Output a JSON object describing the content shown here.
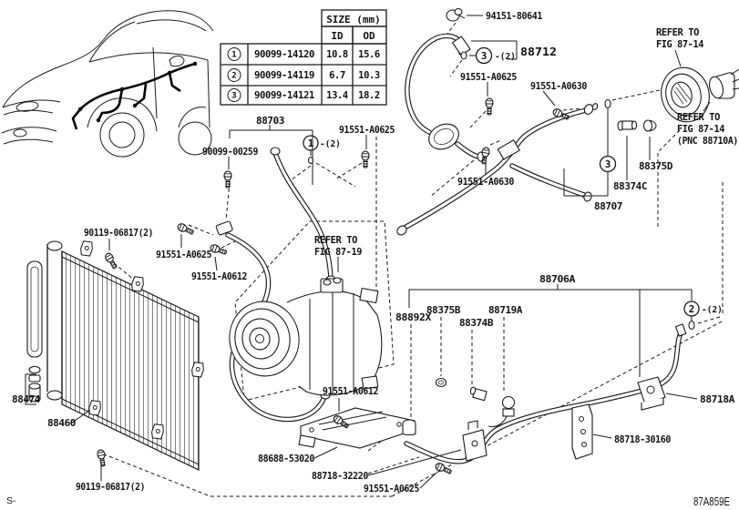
{
  "colors": {
    "ink": "#1a1a1a",
    "paper": "#ffffff"
  },
  "footer": {
    "page_code": "S-",
    "figure_code": "87A859E"
  },
  "size_table": {
    "title": "SIZE (mm)",
    "col_id": "ID",
    "col_od": "OD",
    "rows": [
      {
        "num": "1",
        "part": "90099-14120",
        "id_mm": "10.8",
        "od_mm": "15.6"
      },
      {
        "num": "2",
        "part": "90099-14119",
        "id_mm": "6.7",
        "od_mm": "10.3"
      },
      {
        "num": "3",
        "part": "90099-14121",
        "id_mm": "13.4",
        "od_mm": "18.2"
      }
    ]
  },
  "callouts": {
    "c1": {
      "num": "1",
      "qty": "-(2)"
    },
    "c3_hose": {
      "num": "3",
      "qty": "-(2)"
    },
    "c3_pipe": {
      "num": "3"
    },
    "c2": {
      "num": "2",
      "qty": "-(2)"
    }
  },
  "part_labels": {
    "clip_94151_80641": "94151-80641",
    "hose_88712": "88712",
    "bolt_91551_a0625_hose": "91551-A0625",
    "bolt_91551_a0630_upper": "91551-A0630",
    "bolt_91551_a0630_lower": "91551-A0630",
    "refer_fig_87_14_line1": "REFER TO",
    "refer_fig_87_14_line2": "FIG 87-14",
    "refer_fig_87_14_pnc_line1": "REFER TO",
    "refer_fig_87_14_pnc_line2": "FIG 87-14",
    "refer_fig_87_14_pnc_line3": "(PNC 88710A)",
    "cap_88375d": "88375D",
    "valve_88374c": "88374C",
    "pipe_88707": "88707",
    "hose_88703": "88703",
    "fitting_90099_00259": "90099-00259",
    "bolt_91551_a0625_tube": "91551-A0625",
    "bolt_90119_06817_upper": "90119-06817(2)",
    "bolt_91551_a0625_condenser": "91551-A0625",
    "bolt_91551_a0612_condenser": "91551-A0612",
    "refer_fig_87_19_line1": "REFER TO",
    "refer_fig_87_19_line2": "FIG 87-19",
    "grommet_88892x": "88892X",
    "pipe_88706a": "88706A",
    "grommet_88375b": "88375B",
    "valve_88374b": "88374B",
    "sensor_88719a": "88719A",
    "modulator_88474": "88474",
    "condenser_88460": "88460",
    "bolt_91551_a0612_bracket": "91551-A0612",
    "bracket_88688_53020": "88688-53020",
    "clamp_88718_32220": "88718-32220",
    "bolt_91551_a0625_pipe": "91551-A0625",
    "bolt_90119_06817_lower": "90119-06817(2)",
    "clamp_88718a": "88718A",
    "bracket_88718_30160": "88718-30160"
  }
}
